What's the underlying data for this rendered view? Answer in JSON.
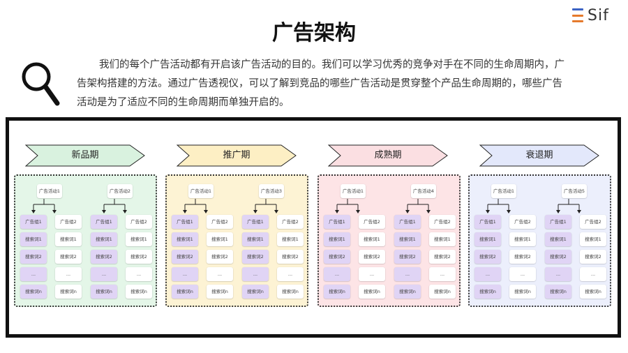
{
  "logo": {
    "text": "Sif",
    "bar_colors": [
      "#3b62c4",
      "#e57a2c",
      "#e57a2c"
    ]
  },
  "title": "广告架构",
  "magnifier_icon": "magnifier-icon",
  "intro_text": "我们的每个广告活动都有开启该广告活动的目的。我们可以学习优秀的竞争对手在不同的生命周期内，广告架构搭建的方法。通过广告透视仪，可以了解到竞品的哪些广告活动是贯穿整个产品生命周期的，哪些广告活动是为了适应不同的生命周期而单独开启的。",
  "group_color": "#e0d4f5",
  "stages": [
    {
      "label": "新品期",
      "chevron_color": "#d9f2df",
      "panel_color": "#e4f6e8",
      "campaigns": [
        {
          "name": "广告活动1",
          "cells": [
            [
              "广告组1",
              "广告组2"
            ],
            [
              "搜索词1",
              "搜索词1"
            ],
            [
              "搜索词2",
              "搜索词2"
            ],
            [
              "...",
              "..."
            ],
            [
              "搜索词n",
              "搜索词n"
            ]
          ]
        },
        {
          "name": "广告活动2",
          "cells": [
            [
              "广告组1",
              "广告组2"
            ],
            [
              "搜索词1",
              "搜索词1"
            ],
            [
              "搜索词2",
              "搜索词2"
            ],
            [
              "...",
              "..."
            ],
            [
              "搜索词n",
              "搜索词n"
            ]
          ]
        }
      ]
    },
    {
      "label": "推广期",
      "chevron_color": "#fdefc4",
      "panel_color": "#fdf3d4",
      "campaigns": [
        {
          "name": "广告活动1",
          "cells": [
            [
              "广告组1",
              "广告组2"
            ],
            [
              "搜索词1",
              "搜索词1"
            ],
            [
              "搜索词2",
              "搜索词2"
            ],
            [
              "...",
              "..."
            ],
            [
              "搜索词n",
              "搜索词n"
            ]
          ]
        },
        {
          "name": "广告活动3",
          "cells": [
            [
              "广告组1",
              "广告组2"
            ],
            [
              "搜索词1",
              "搜索词1"
            ],
            [
              "搜索词2",
              "搜索词2"
            ],
            [
              "...",
              "..."
            ],
            [
              "搜索词n",
              "搜索词n"
            ]
          ]
        }
      ]
    },
    {
      "label": "成熟期",
      "chevron_color": "#fbdfe2",
      "panel_color": "#fde4e6",
      "campaigns": [
        {
          "name": "广告活动1",
          "cells": [
            [
              "广告组1",
              "广告组2"
            ],
            [
              "搜索词1",
              "搜索词1"
            ],
            [
              "搜索词2",
              "搜索词2"
            ],
            [
              "...",
              "..."
            ],
            [
              "搜索词n",
              "搜索词n"
            ]
          ]
        },
        {
          "name": "广告活动4",
          "cells": [
            [
              "广告组1",
              "广告组2"
            ],
            [
              "搜索词1",
              "搜索词1"
            ],
            [
              "搜索词2",
              "搜索词2"
            ],
            [
              "...",
              "..."
            ],
            [
              "搜索词n",
              "搜索词n"
            ]
          ]
        }
      ]
    },
    {
      "label": "衰退期",
      "chevron_color": "#e3e8fb",
      "panel_color": "#eceffc",
      "campaigns": [
        {
          "name": "广告活动1",
          "cells": [
            [
              "广告组1",
              "广告组2"
            ],
            [
              "搜索词1",
              "搜索词1"
            ],
            [
              "搜索词2",
              "搜索词2"
            ],
            [
              "...",
              "..."
            ],
            [
              "搜索词n",
              "搜索词n"
            ]
          ]
        },
        {
          "name": "广告活动5",
          "cells": [
            [
              "广告组1",
              "广告组2"
            ],
            [
              "搜索词1",
              "搜索词1"
            ],
            [
              "搜索词2",
              "搜索词2"
            ],
            [
              "...",
              "..."
            ],
            [
              "搜索词n",
              "搜索词n"
            ]
          ]
        }
      ]
    }
  ]
}
